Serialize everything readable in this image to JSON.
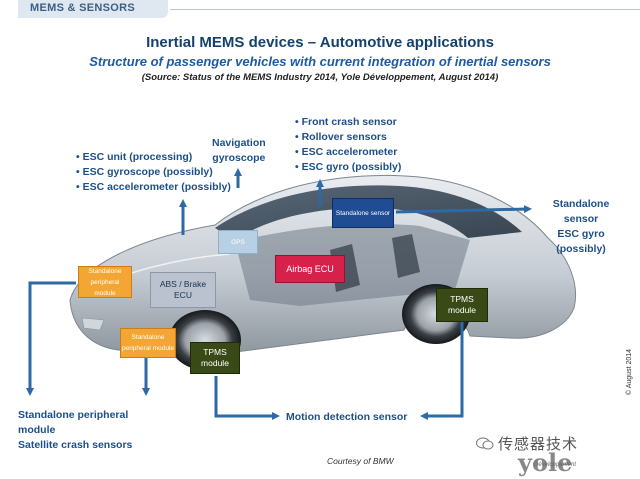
{
  "header": {
    "section": "MEMS & SENSORS",
    "title": "Inertial MEMS devices – Automotive applications",
    "subtitle": "Structure of passenger vehicles with current integration of inertial sensors",
    "source": "(Source: Status of the MEMS Industry 2014, Yole Développement, August 2014)"
  },
  "annotations": {
    "esc_unit": [
      "• ESC unit (processing)",
      "• ESC gyroscope (possibly)",
      "• ESC accelerometer (possibly)"
    ],
    "navigation": [
      "Navigation",
      "gyroscope"
    ],
    "front_crash": [
      "• Front crash sensor",
      "• Rollover sensors",
      "• ESC accelerometer",
      "• ESC gyro (possibly)"
    ],
    "standalone_sensor": [
      "Standalone",
      "sensor"
    ],
    "standalone_gyro": [
      "ESC gyro",
      "(possibly)"
    ],
    "peripheral_module": [
      "Standalone peripheral",
      "module"
    ],
    "satellite": "Satellite crash sensors",
    "motion": "Motion detection sensor"
  },
  "boxes": {
    "standalone_periph_1": "Standalone peripheral module",
    "standalone_periph_2": "Standalone peripheral module",
    "abs_brake": "ABS / Brake ECU",
    "gps": "GPS",
    "airbag": "Airbag ECU",
    "standalone_sensor": "Standalone sensor",
    "tpms_rear": "TPMS module",
    "tpms_front": "TPMS module"
  },
  "footer": {
    "courtesy": "Courtesy of BMW",
    "copyright": "© August 2014",
    "watermark": "传感器技术",
    "logo": "yole",
    "logo_sub": "Développement"
  },
  "colors": {
    "title": "#14416e",
    "annotation": "#1d4f87",
    "accent_red": "#b0174e",
    "arrow": "#2d6aa5"
  }
}
